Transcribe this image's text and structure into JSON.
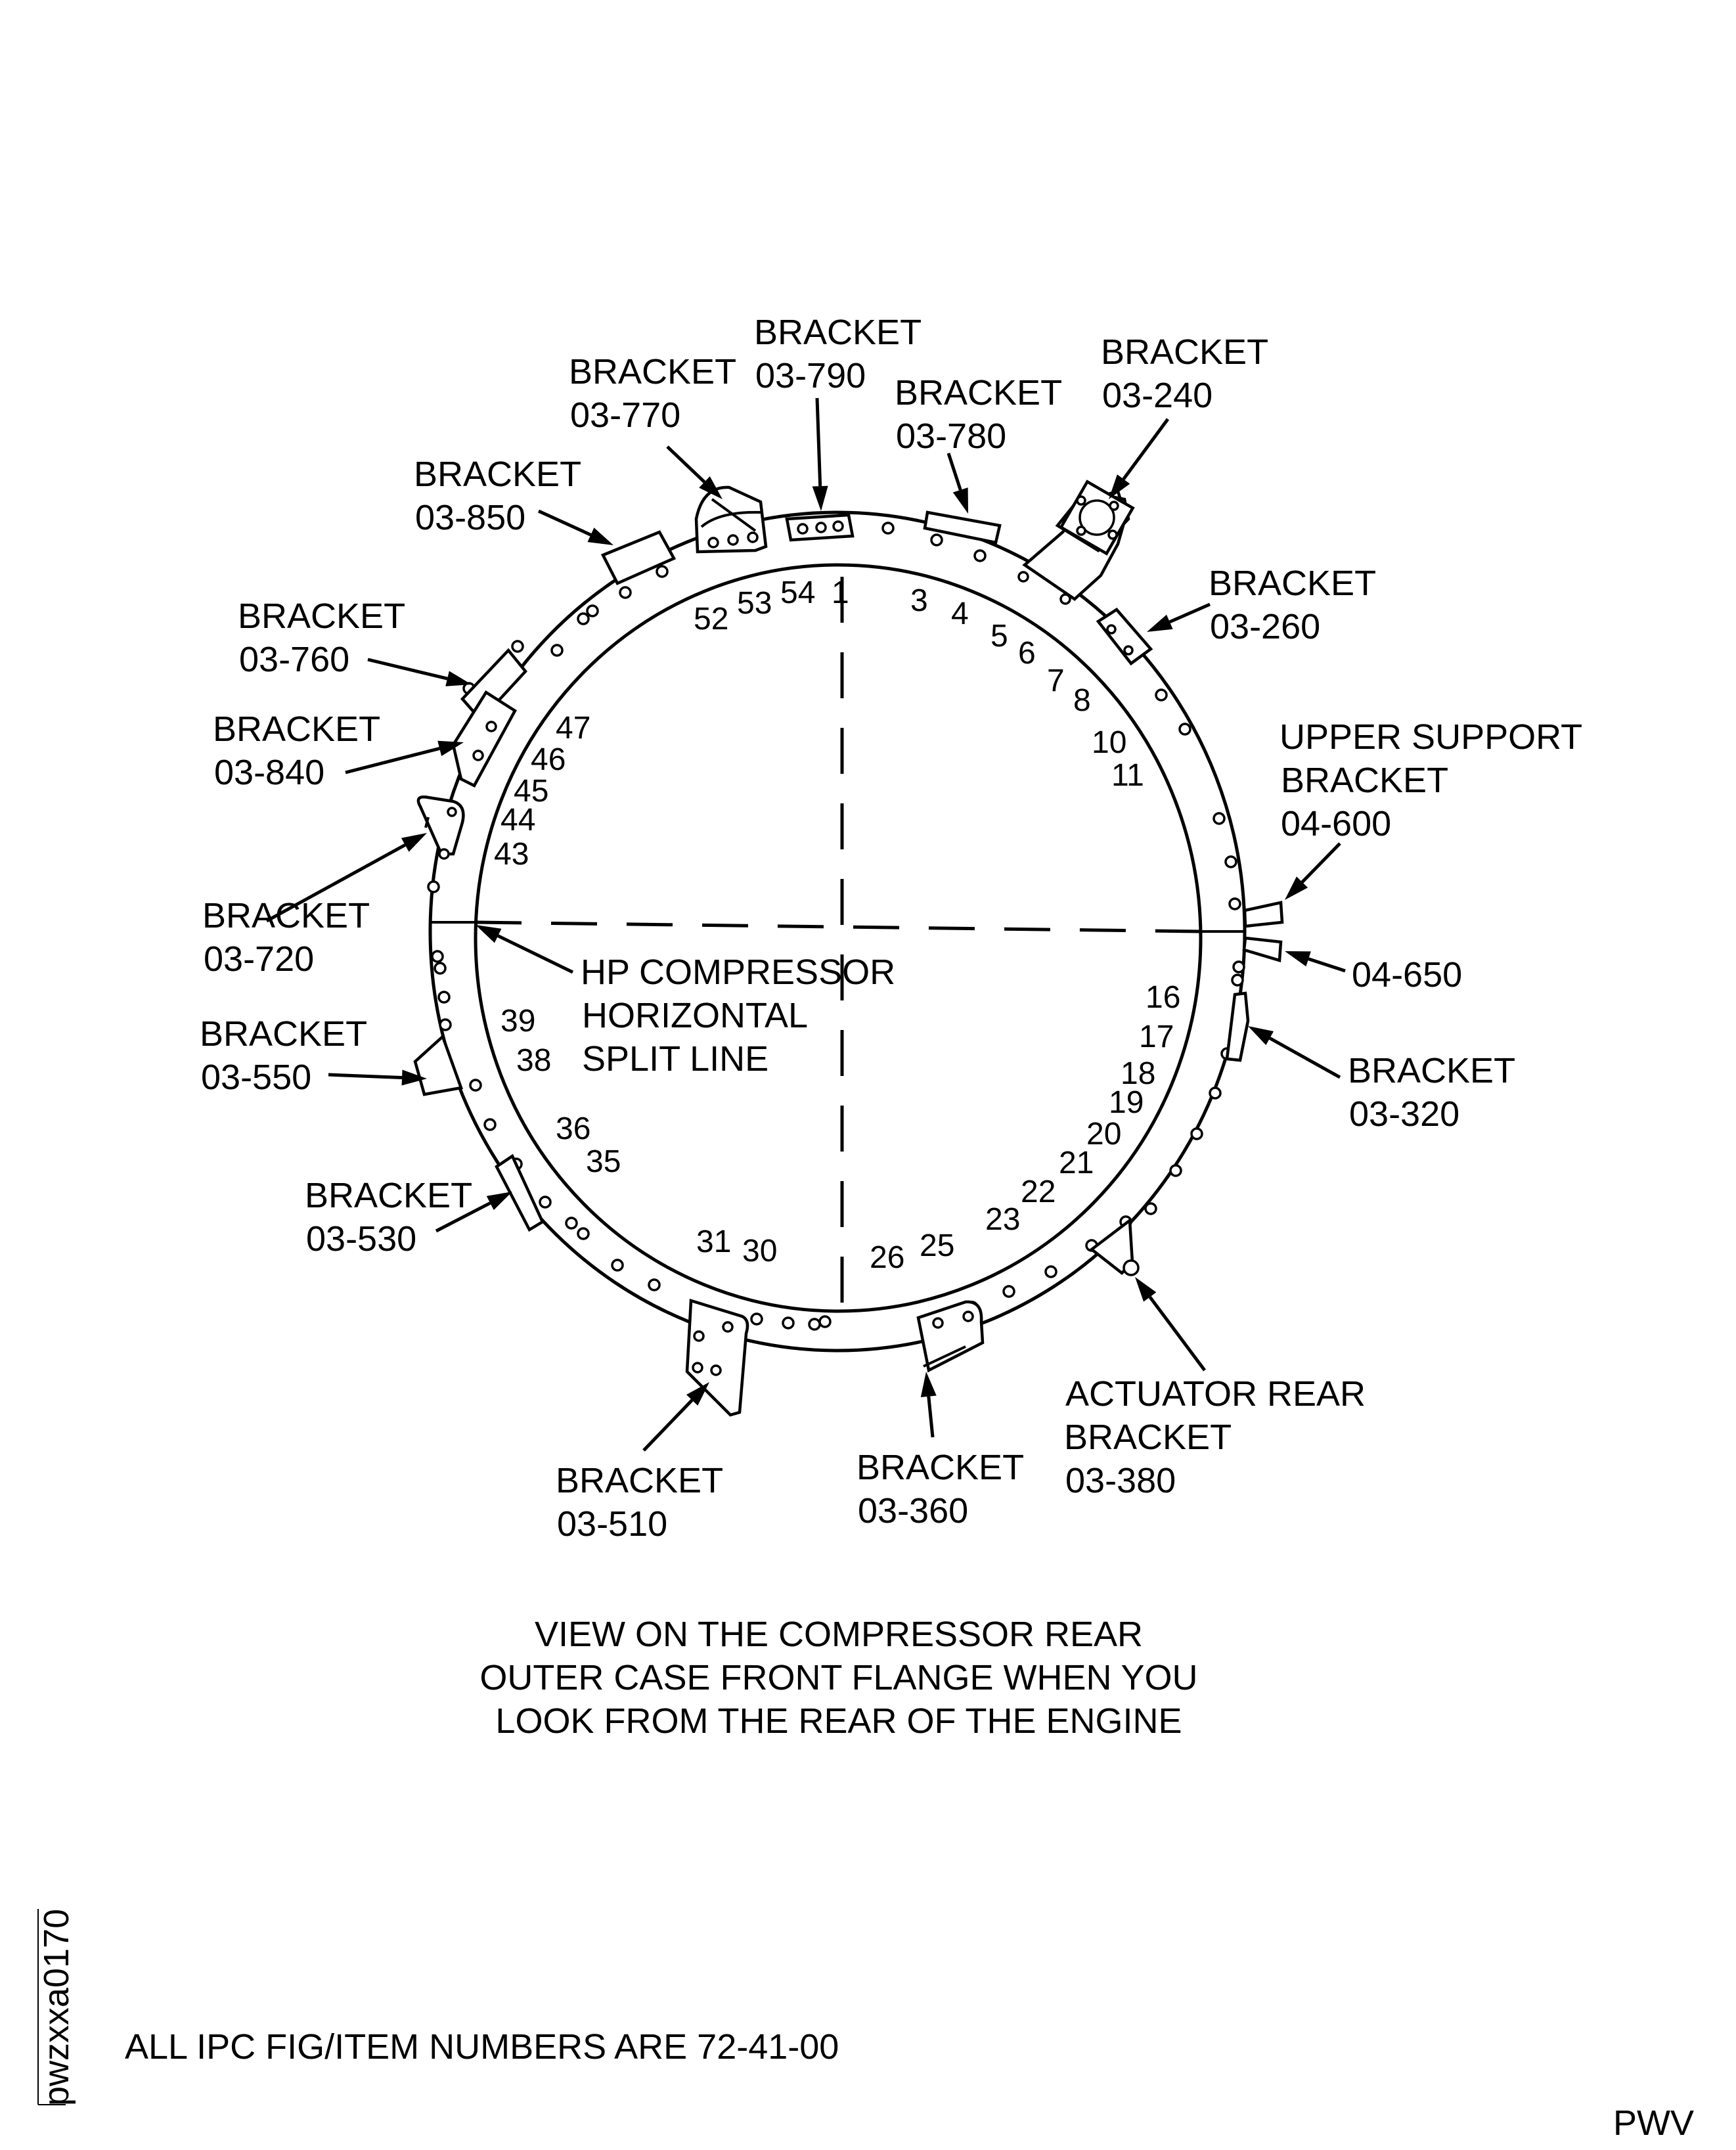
{
  "callouts": [
    {
      "id": "b790",
      "lines": [
        "BRACKET",
        "03-790"
      ]
    },
    {
      "id": "b770",
      "lines": [
        "BRACKET",
        "03-770"
      ]
    },
    {
      "id": "b780",
      "lines": [
        "BRACKET",
        "03-780"
      ]
    },
    {
      "id": "b240",
      "lines": [
        "BRACKET",
        "03-240"
      ]
    },
    {
      "id": "b850",
      "lines": [
        "BRACKET",
        "03-850"
      ]
    },
    {
      "id": "b260",
      "lines": [
        "BRACKET",
        "03-260"
      ]
    },
    {
      "id": "b760",
      "lines": [
        "BRACKET",
        "03-760"
      ]
    },
    {
      "id": "b840",
      "lines": [
        "BRACKET",
        "03-840"
      ]
    },
    {
      "id": "b600",
      "lines": [
        "UPPER SUPPORT",
        "BRACKET",
        "04-600"
      ]
    },
    {
      "id": "b720",
      "lines": [
        "BRACKET",
        "03-720"
      ]
    },
    {
      "id": "b650",
      "lines": [
        "04-650"
      ]
    },
    {
      "id": "split",
      "lines": [
        "HP COMPRESSOR",
        "HORIZONTAL",
        "SPLIT LINE"
      ]
    },
    {
      "id": "b550",
      "lines": [
        "BRACKET",
        "03-550"
      ]
    },
    {
      "id": "b320",
      "lines": [
        "BRACKET",
        "03-320"
      ]
    },
    {
      "id": "b530",
      "lines": [
        "BRACKET",
        "03-530"
      ]
    },
    {
      "id": "b380",
      "lines": [
        "ACTUATOR REAR",
        "BRACKET",
        "03-380"
      ]
    },
    {
      "id": "b510",
      "lines": [
        "BRACKET",
        "03-510"
      ]
    },
    {
      "id": "b360",
      "lines": [
        "BRACKET",
        "03-360"
      ]
    }
  ],
  "hole_numbers": [
    "1",
    "3",
    "4",
    "5",
    "6",
    "7",
    "8",
    "10",
    "11",
    "16",
    "17",
    "18",
    "19",
    "20",
    "21",
    "22",
    "23",
    "25",
    "26",
    "30",
    "31",
    "35",
    "36",
    "38",
    "39",
    "43",
    "44",
    "45",
    "46",
    "47",
    "52",
    "53",
    "54"
  ],
  "caption": [
    "VIEW ON THE COMPRESSOR REAR",
    "OUTER CASE FRONT FLANGE WHEN YOU",
    "LOOK FROM THE REAR OF THE ENGINE"
  ],
  "footer_note": "ALL IPC FIG/ITEM NUMBERS ARE 72-41-00",
  "side_code": "pwzxxa0170",
  "corner_mark": "PWV"
}
